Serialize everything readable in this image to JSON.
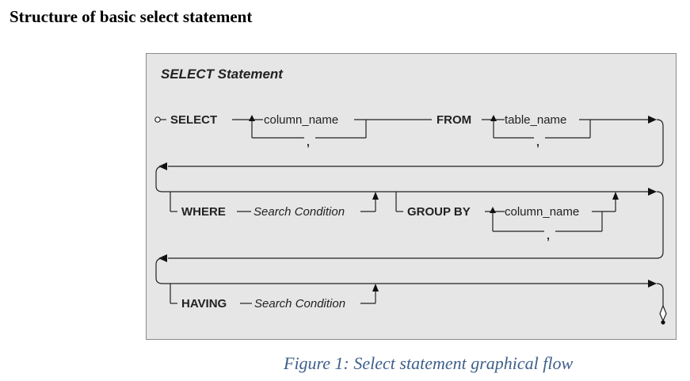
{
  "heading": "Structure of basic select statement",
  "diagram": {
    "title": "SELECT Statement",
    "keywords": {
      "select": "SELECT",
      "from": "FROM",
      "where": "WHERE",
      "group_by": "GROUP BY",
      "having": "HAVING"
    },
    "identifiers": {
      "column_name": "column_name",
      "table_name": "table_name"
    },
    "search_condition": "Search Condition",
    "comma": ","
  },
  "caption": "Figure 1: Select statement graphical flow"
}
